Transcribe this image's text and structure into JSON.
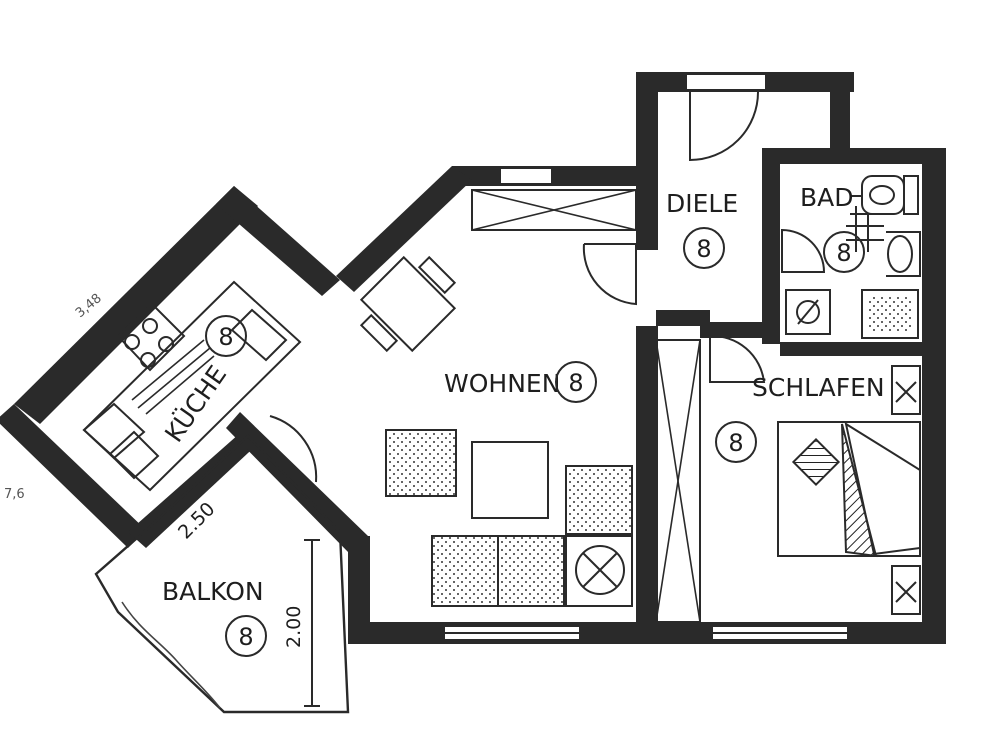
{
  "rooms": {
    "wohnen": {
      "label": "WOHNEN",
      "code": "8"
    },
    "diele": {
      "label": "DIELE",
      "code": "8"
    },
    "bad": {
      "label": "BAD",
      "code": "8"
    },
    "schlafen": {
      "label": "SCHLAFEN",
      "code": "8"
    },
    "kueche": {
      "label": "KÜCHE",
      "code": "8"
    },
    "balkon": {
      "label": "BALKON",
      "code": "8"
    }
  },
  "dimensions": {
    "balkon_width": "2.50",
    "balkon_depth": "2.00"
  },
  "handwritten": {
    "kitchen_note": "3,48",
    "left_note": "7,6"
  }
}
